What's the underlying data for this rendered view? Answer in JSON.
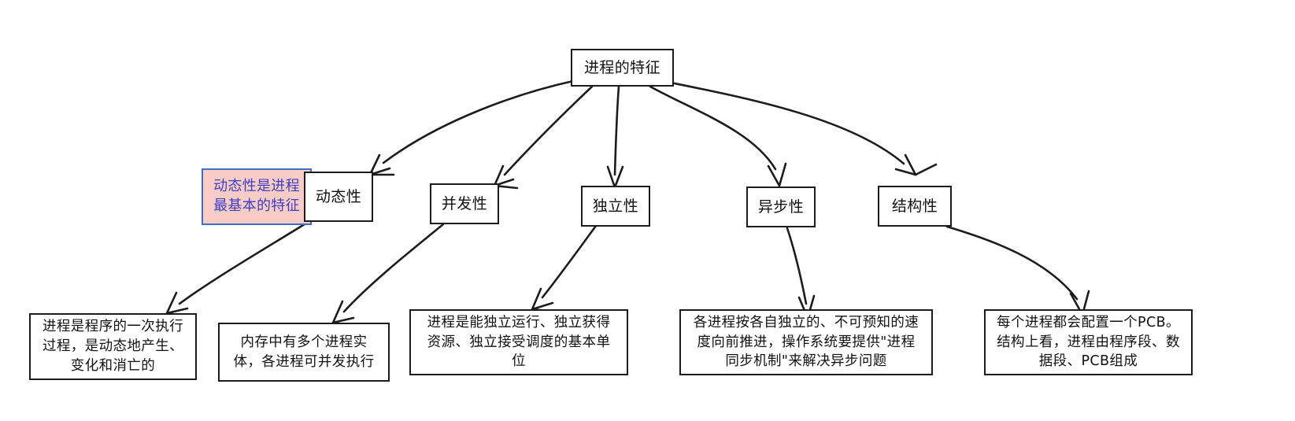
{
  "diagram": {
    "type": "mind-map",
    "title": "进程的特征",
    "colors": {
      "stroke": "#1c1c1c",
      "node_fill": "#ffffff",
      "note_fill": "#f9ccc6",
      "note_border": "#3b6fc4",
      "note_text": "#3b3fc8"
    },
    "root": {
      "label": "进程的特征"
    },
    "note": {
      "label": "动态性是进程\n最基本的特征",
      "attached_to": "动态性"
    },
    "branches": [
      {
        "label": "动态性"
      },
      {
        "label": "并发性"
      },
      {
        "label": "独立性"
      },
      {
        "label": "异步性"
      },
      {
        "label": "结构性"
      }
    ],
    "leaves": [
      {
        "parent": "动态性",
        "label": "进程是程序的一次执行\n过程，是动态地产生、\n变化和消亡的"
      },
      {
        "parent": "并发性",
        "label": "内存中有多个进程实\n体，各进程可并发执行"
      },
      {
        "parent": "独立性",
        "label": "进程是能独立运行、独立获得\n资源、独立接受调度的基本单\n位"
      },
      {
        "parent": "异步性",
        "label": "各进程按各自独立的、不可预知的速\n度向前推进，操作系统要提供\"进程\n同步机制\"来解决异步问题"
      },
      {
        "parent": "结构性",
        "label": "每个进程都会配置一个PCB。\n结构上看，进程由程序段、数\n据段、PCB组成"
      }
    ]
  }
}
